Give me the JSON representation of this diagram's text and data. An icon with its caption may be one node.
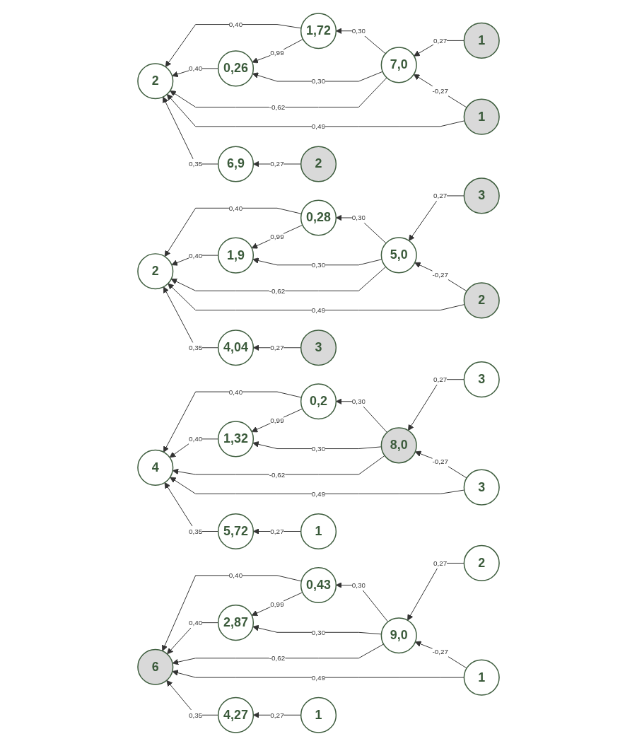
{
  "diagram": {
    "nodes": [
      {
        "text": [
          "1,72"
        ]
      },
      {
        "text": [
          "7,0"
        ]
      },
      {
        "text": [
          "0,26"
        ]
      },
      {
        "text": [
          "1"
        ]
      },
      {
        "text": [
          "2"
        ]
      },
      {
        "text": [
          "1"
        ]
      },
      {
        "text": [
          "6,9"
        ]
      },
      {
        "text": [
          "2"
        ]
      },
      {
        "text": [
          "0,28"
        ]
      },
      {
        "text": [
          "5,0"
        ]
      },
      {
        "text": [
          "1,9"
        ]
      },
      {
        "text": [
          "3"
        ]
      },
      {
        "text": [
          "2"
        ]
      },
      {
        "text": [
          "2"
        ]
      },
      {
        "text": [
          "4,04"
        ]
      },
      {
        "text": [
          "3"
        ]
      },
      {
        "text": [
          "0,2"
        ]
      },
      {
        "text": [
          "8,0"
        ]
      },
      {
        "text": [
          "1,32"
        ]
      },
      {
        "text": [
          "3"
        ]
      },
      {
        "text": [
          "4"
        ]
      },
      {
        "text": [
          "3"
        ]
      },
      {
        "text": [
          "5,72"
        ]
      },
      {
        "text": [
          "1"
        ]
      },
      {
        "text": [
          "0,43"
        ]
      },
      {
        "text": [
          "9,0"
        ]
      },
      {
        "text": [
          "2,87"
        ]
      },
      {
        "text": [
          "2"
        ]
      },
      {
        "text": [
          "6"
        ]
      },
      {
        "text": [
          "1"
        ]
      },
      {
        "text": [
          "4,27"
        ]
      },
      {
        "text": [
          "1"
        ]
      }
    ],
    "edges": [
      {
        "from": 1,
        "to": 0,
        "arrow": "to",
        "label": "0,30"
      },
      {
        "from": 0,
        "to": 2,
        "arrow": "to",
        "label": "0,99"
      },
      {
        "from": 1,
        "to": 2,
        "arrow": "to",
        "label": "0,30"
      },
      {
        "from": 3,
        "to": 1,
        "arrow": "to",
        "label": "0,27"
      },
      {
        "from": 0,
        "to": 4,
        "arrow": "to",
        "label": "0,40"
      },
      {
        "from": 2,
        "to": 4,
        "arrow": "to",
        "label": "0,40"
      },
      {
        "from": 1,
        "to": 4,
        "arrow": "to",
        "label": "-0,62"
      },
      {
        "from": 5,
        "to": 1,
        "arrow": "to",
        "label": "-0,27"
      },
      {
        "from": 5,
        "to": 4,
        "arrow": "to",
        "label": "0,49"
      },
      {
        "from": 6,
        "to": 4,
        "arrow": "to",
        "label": "0,35"
      },
      {
        "from": 7,
        "to": 6,
        "arrow": "to",
        "label": "0,27"
      },
      {
        "from": 9,
        "to": 8,
        "arrow": "to",
        "label": "0,30"
      },
      {
        "from": 8,
        "to": 10,
        "arrow": "to",
        "label": "0,99"
      },
      {
        "from": 9,
        "to": 10,
        "arrow": "to",
        "label": "0,30"
      },
      {
        "from": 11,
        "to": 9,
        "arrow": "to",
        "label": "0,27"
      },
      {
        "from": 8,
        "to": 12,
        "arrow": "to",
        "label": "0,40"
      },
      {
        "from": 10,
        "to": 12,
        "arrow": "to",
        "label": "0,40"
      },
      {
        "from": 9,
        "to": 12,
        "arrow": "to",
        "label": "-0,62"
      },
      {
        "from": 13,
        "to": 9,
        "arrow": "to",
        "label": "-0,27"
      },
      {
        "from": 13,
        "to": 12,
        "arrow": "to",
        "label": "0,49"
      },
      {
        "from": 14,
        "to": 12,
        "arrow": "to",
        "label": "0,35"
      },
      {
        "from": 15,
        "to": 14,
        "arrow": "to",
        "label": "0,27"
      },
      {
        "from": 17,
        "to": 16,
        "arrow": "to",
        "label": "0,30"
      },
      {
        "from": 16,
        "to": 18,
        "arrow": "to",
        "label": "0,99"
      },
      {
        "from": 17,
        "to": 18,
        "arrow": "to",
        "label": "0,30"
      },
      {
        "from": 19,
        "to": 17,
        "arrow": "to",
        "label": "0,27"
      },
      {
        "from": 16,
        "to": 20,
        "arrow": "to",
        "label": "0,40"
      },
      {
        "from": 18,
        "to": 20,
        "arrow": "to",
        "label": "0,40"
      },
      {
        "from": 17,
        "to": 20,
        "arrow": "to",
        "label": "-0,62"
      },
      {
        "from": 21,
        "to": 17,
        "arrow": "to",
        "label": "-0,27"
      },
      {
        "from": 21,
        "to": 20,
        "arrow": "to",
        "label": "0,49"
      },
      {
        "from": 22,
        "to": 20,
        "arrow": "to",
        "label": "0,35"
      },
      {
        "from": 23,
        "to": 22,
        "arrow": "to",
        "label": "0,27"
      },
      {
        "from": 25,
        "to": 24,
        "arrow": "to",
        "label": "0,30"
      },
      {
        "from": 24,
        "to": 26,
        "arrow": "to",
        "label": "0,99"
      },
      {
        "from": 25,
        "to": 26,
        "arrow": "to",
        "label": "0,30"
      },
      {
        "from": 27,
        "to": 25,
        "arrow": "to",
        "label": "0,27"
      },
      {
        "from": 24,
        "to": 28,
        "arrow": "to",
        "label": "0,40"
      },
      {
        "from": 26,
        "to": 28,
        "arrow": "to",
        "label": "0,40"
      },
      {
        "from": 25,
        "to": 28,
        "arrow": "to",
        "label": "-0,62"
      },
      {
        "from": 29,
        "to": 25,
        "arrow": "to",
        "label": "-0,27"
      },
      {
        "from": 29,
        "to": 28,
        "arrow": "to",
        "label": "0,49"
      },
      {
        "from": 30,
        "to": 28,
        "arrow": "to",
        "label": "0,35"
      },
      {
        "from": 31,
        "to": 30,
        "arrow": "to",
        "label": "0,27"
      }
    ]
  }
}
